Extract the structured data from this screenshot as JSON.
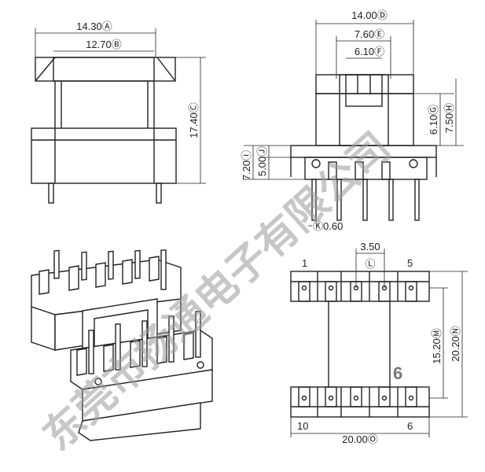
{
  "front_view": {
    "dim_a": "14.30Ⓐ",
    "dim_b": "12.70Ⓑ",
    "dim_c": "17.40Ⓒ"
  },
  "side_view": {
    "dim_d": "14.00Ⓓ",
    "dim_e": "7.60Ⓔ",
    "dim_f": "6.10Ⓕ",
    "dim_g": "6.10Ⓖ",
    "dim_h": "7.50Ⓗ",
    "dim_i": "7.20Ⓘ",
    "dim_j": "5.00Ⓙ",
    "dim_k": "Ⓚ0.60"
  },
  "bottom_view": {
    "pin_1": "1",
    "pin_5": "5",
    "pin_10": "10",
    "pin_6": "6",
    "dim_l": "3.50",
    "dim_l_circle": "Ⓛ",
    "dim_m": "15.20Ⓜ",
    "dim_n": "20.20Ⓝ",
    "dim_o": "20.00Ⓞ",
    "marker": "6"
  },
  "watermark": "东莞市扬通电子有限公司",
  "colors": {
    "line": "#222222",
    "watermark": "#9a9a9a"
  }
}
